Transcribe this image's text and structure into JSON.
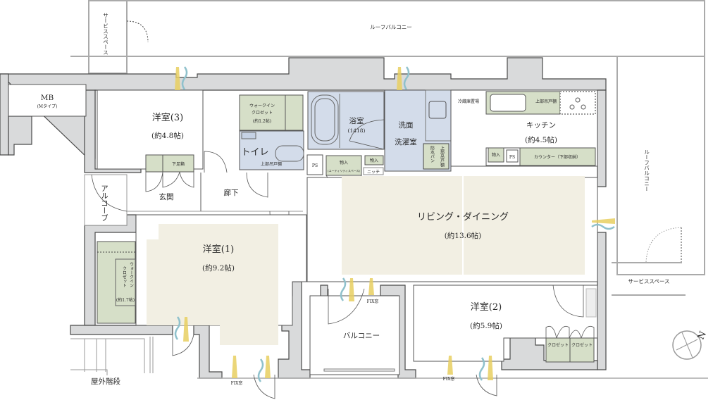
{
  "plan": {
    "rooms": {
      "western3": {
        "name": "洋室(3)",
        "size": "(約4.8帖)"
      },
      "western1": {
        "name": "洋室(1)",
        "size": "(約9.2帖)"
      },
      "western2": {
        "name": "洋室(2)",
        "size": "(約5.9帖)"
      },
      "living": {
        "name": "リビング・ダイニング",
        "size": "(約13.6帖)"
      },
      "kitchen": {
        "name": "キッチン",
        "size": "(約4.5帖)"
      },
      "bath": {
        "name": "浴室",
        "size": "(1418)"
      },
      "washroom": {
        "line1": "洗面",
        "line2": "洗濯室"
      },
      "toilet": {
        "name": "トイレ",
        "shelf": "上部吊戸棚"
      },
      "wic1": {
        "line1": "ウォークイン",
        "line2": "クロゼット",
        "size": "(約1.2帖)"
      },
      "wic2": {
        "line1": "ウォークイン",
        "line2": "クロゼット",
        "size": "(約1.7帖)"
      },
      "entrance": "玄関",
      "shoe_box": "下足箱",
      "hallway": "廊下",
      "alcove": "アルコーブ",
      "balcony": "バルコニー",
      "mb": {
        "name": "MB",
        "type": "(Mタイプ)"
      }
    },
    "fixtures": {
      "ps1": "PS",
      "ps2": "PS",
      "storage_utility": {
        "name": "物入",
        "note": "(ユーティリティスペース)"
      },
      "storage_wash": "物入",
      "storage_kitchen": "物入",
      "niche": "ニッチ",
      "waterproof_pan": "防水パン",
      "wash_upper_shelf": "上部吊戸棚",
      "fridge": "冷蔵庫置場",
      "kitchen_upper_shelf": "上部吊戸棚",
      "counter": "カウンター（下部収納）",
      "closet_a": "クロゼット",
      "closet_b": "クロゼット",
      "fix_window_1": "FIX窓",
      "fix_window_2": "FIX窓",
      "fix_window_3": "FIX窓"
    },
    "exterior": {
      "roof_balcony_top": "ルーフバルコニー",
      "roof_balcony_right": "ルーフバルコニー",
      "service_space_left": "サービススペース",
      "service_space_right": "サービススペース",
      "outdoor_stairs": "屋外階段",
      "north_mark": "N"
    }
  }
}
